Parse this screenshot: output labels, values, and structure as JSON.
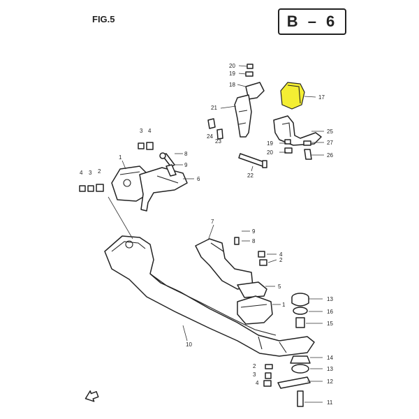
{
  "figure_label": "FIG.5",
  "section_code": "B – 6",
  "highlight_color": "#f4ee33",
  "callouts": [
    "20",
    "19",
    "18",
    "17",
    "21",
    "24",
    "23",
    "25",
    "19",
    "27",
    "20",
    "26",
    "22",
    "3",
    "4",
    "8",
    "9",
    "1",
    "4",
    "3",
    "2",
    "6",
    "7",
    "9",
    "8",
    "4",
    "2",
    "5",
    "1",
    "13",
    "16",
    "15",
    "10",
    "14",
    "13",
    "2",
    "3",
    "4",
    "12",
    "11"
  ],
  "arrow_icon": "forward-arrow-icon"
}
